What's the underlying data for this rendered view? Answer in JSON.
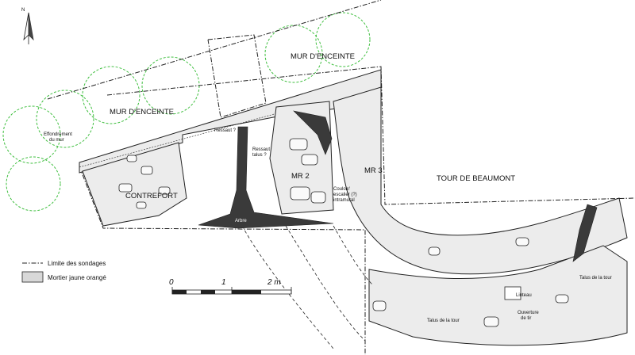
{
  "title": "Plan des sondages - Tour de Beaumont",
  "north_label": "N",
  "labels": {
    "mur_enceinte_top": "MUR D'ENCEINTE",
    "mur_enceinte_left": "MUR D'ENCEINTE",
    "effondrement": [
      "Effondrement",
      "du mur"
    ],
    "ressaut_1": "Ressaut ?",
    "ressaut_2": [
      "Ressaut",
      "talus ?"
    ],
    "contrefort": "CONTREFORT",
    "mr2": "MR 2",
    "mr3": "MR 3",
    "couloir": [
      "Couloir/",
      "escalier (?)",
      "intramural"
    ],
    "arbre": "Arbre",
    "tour": "TOUR DE BEAUMONT",
    "linteau": "Linteau",
    "talus_tour_right": "Talus de la tour",
    "talus_tour_bottom": "Talus de la tour",
    "ouverture": [
      "Ouverture",
      "de tir"
    ]
  },
  "legend": {
    "limite": "Limite des sondages",
    "mortier": "Mortier jaune orangé"
  },
  "scale": {
    "t0": "0",
    "t1": "1",
    "t2": "2 m"
  },
  "colors": {
    "vegetation": "#3fbf3f",
    "mortier": "#ececec",
    "root": "#3a3a3a"
  }
}
